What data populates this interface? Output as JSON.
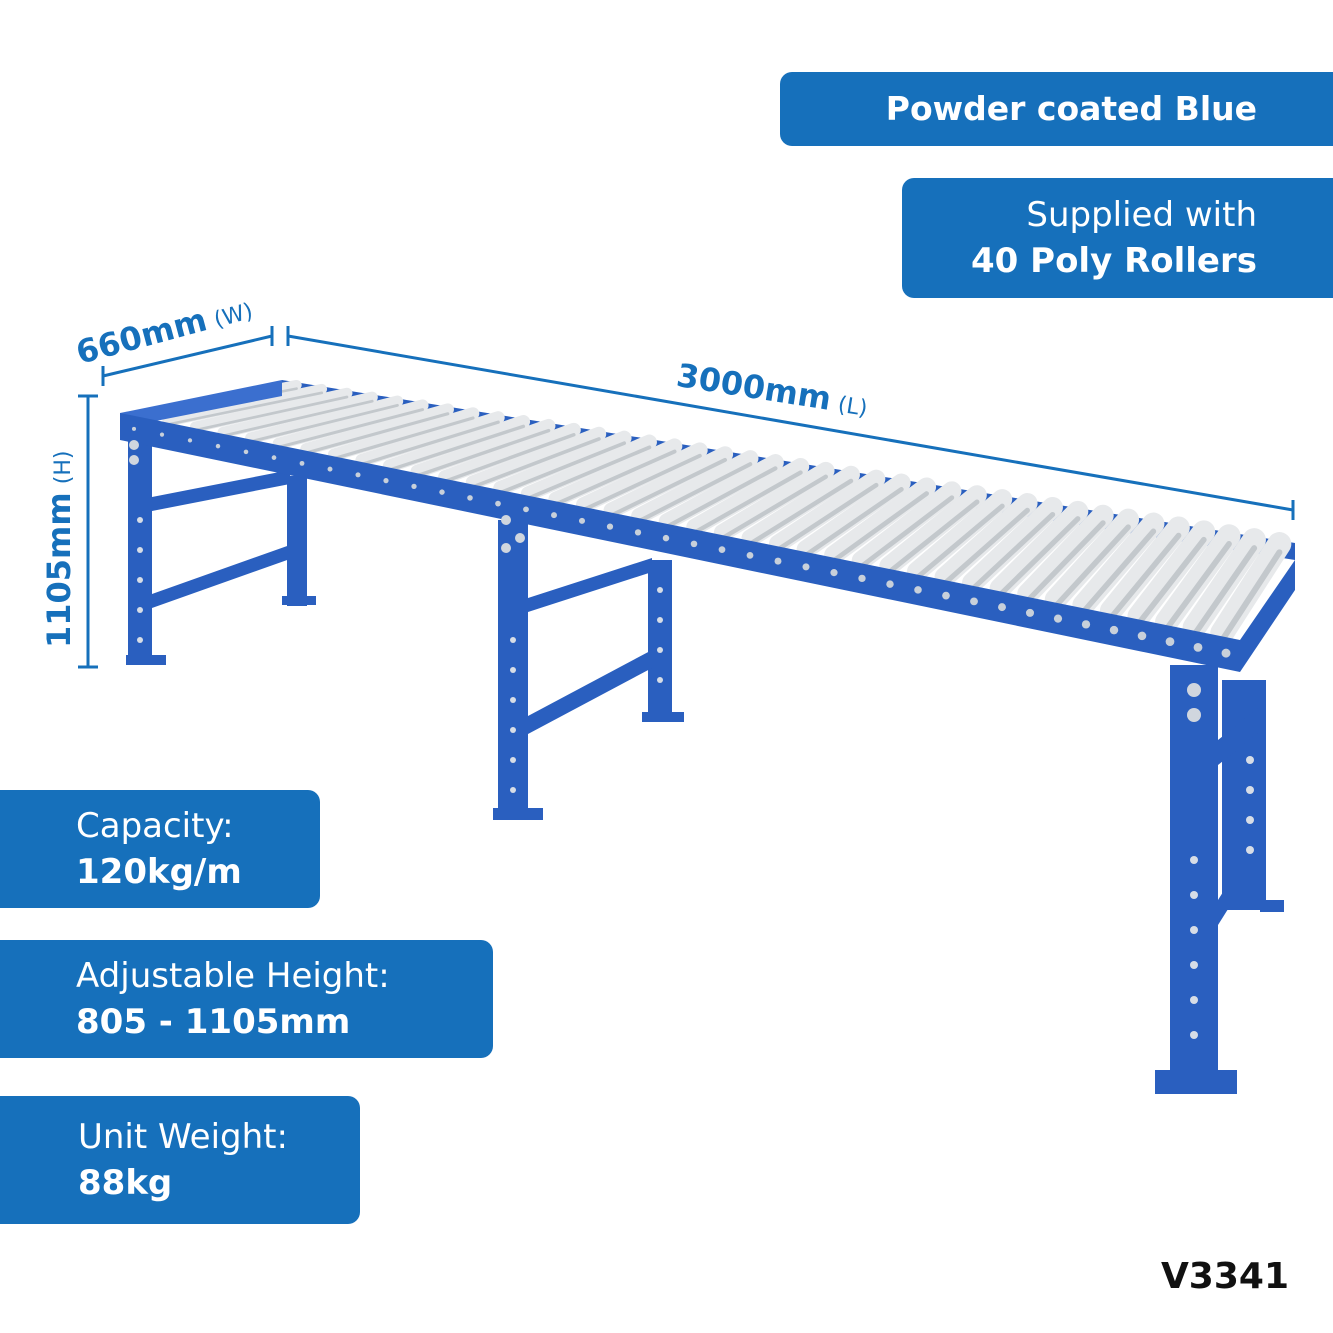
{
  "colors": {
    "brand_blue": "#1670bb",
    "frame_blue": "#2a5fbf",
    "roller": "#e9ebec",
    "text_dark": "#111111"
  },
  "badges": {
    "finish": {
      "text": "Powder coated Blue"
    },
    "rollers": {
      "line1": "Supplied with",
      "line2": "40 Poly Rollers"
    },
    "capacity": {
      "line1": "Capacity:",
      "line2": "120kg/m"
    },
    "height": {
      "line1": "Adjustable Height:",
      "line2": "805 - 1105mm"
    },
    "weight": {
      "line1": "Unit Weight:",
      "line2": "88kg"
    }
  },
  "dimensions": {
    "width": {
      "value": "660mm",
      "unit": "(W)"
    },
    "length": {
      "value": "3000mm",
      "unit": "(L)"
    },
    "height": {
      "value": "1105mm",
      "unit": "(H)"
    }
  },
  "product": {
    "code": "V3341",
    "image": "roller-conveyor-image"
  }
}
